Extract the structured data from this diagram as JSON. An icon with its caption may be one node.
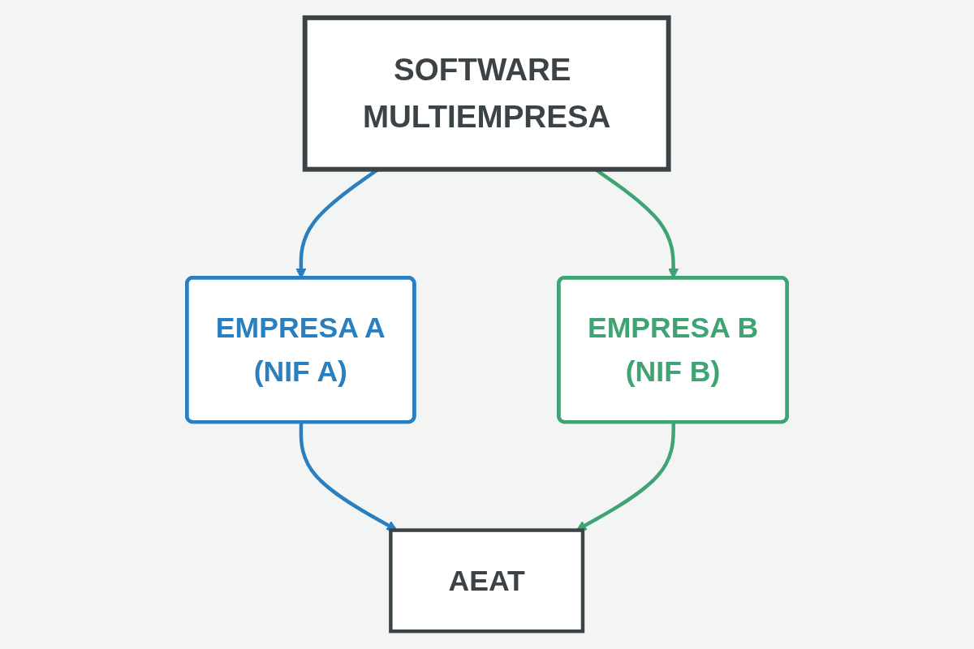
{
  "diagram": {
    "nodes": [
      {
        "text": [
          "SOFTWARE MULTIEMPRESA"
        ]
      },
      {
        "text": [
          "EMPRESA A",
          "(NIF A)"
        ]
      },
      {
        "text": [
          "EMPRESA B",
          "(NIF B)"
        ]
      },
      {
        "text": [
          "AEAT"
        ]
      }
    ],
    "edges": [
      {
        "from": 0,
        "to": 1,
        "arrow": "to",
        "color": "#2a7fc0"
      },
      {
        "from": 0,
        "to": 2,
        "arrow": "to",
        "color": "#3fa374"
      },
      {
        "from": 1,
        "to": 3,
        "arrow": "to",
        "color": "#2a7fc0"
      },
      {
        "from": 2,
        "to": 3,
        "arrow": "to",
        "color": "#3fa374"
      }
    ]
  }
}
